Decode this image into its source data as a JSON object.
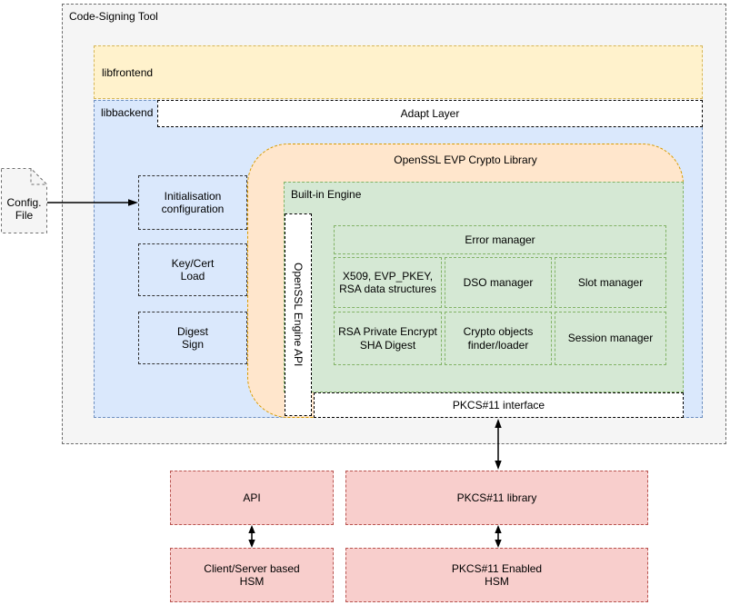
{
  "title": "Code-Signing Tool",
  "config_file": {
    "label": "Config.\nFile"
  },
  "frontend": {
    "label": "libfrontend"
  },
  "backend": {
    "label": "libbackend",
    "adapt_layer": "Adapt Layer",
    "steps": [
      {
        "label": "Initialisation\nconfiguration"
      },
      {
        "label": "Key/Cert\nLoad"
      },
      {
        "label": "Digest\nSign"
      }
    ]
  },
  "evp_library": {
    "label": "OpenSSL EVP Crypto Library",
    "engine_api": "OpenSSL Engine API",
    "builtin_engine": {
      "label": "Built-in Engine",
      "error_manager": "Error manager",
      "row1": [
        "X509, EVP_PKEY,\nRSA data structures",
        "DSO manager",
        "Slot manager"
      ],
      "row2": [
        "RSA Private Encrypt\nSHA Digest",
        "Crypto objects\nfinder/loader",
        "Session manager"
      ]
    },
    "pkcs11_interface": "PKCS#11 interface"
  },
  "external": {
    "api": "API",
    "pkcs11_library": "PKCS#11 library",
    "client_server_hsm": "Client/Server based\nHSM",
    "pkcs11_enabled_hsm": "PKCS#11 Enabled\nHSM"
  },
  "colors": {
    "container_fill": "#f5f5f5",
    "container_stroke": "#6e6e6e",
    "frontend_fill": "#fff2cc",
    "frontend_stroke": "#d6b656",
    "backend_fill": "#dae8fc",
    "backend_stroke": "#6c8ebf",
    "evp_fill": "#ffe6cc",
    "evp_stroke": "#d79b00",
    "engine_fill": "#d5e8d4",
    "engine_stroke": "#82b366",
    "external_fill": "#f8cecc",
    "external_stroke": "#b85450",
    "arrow": "#000000"
  }
}
